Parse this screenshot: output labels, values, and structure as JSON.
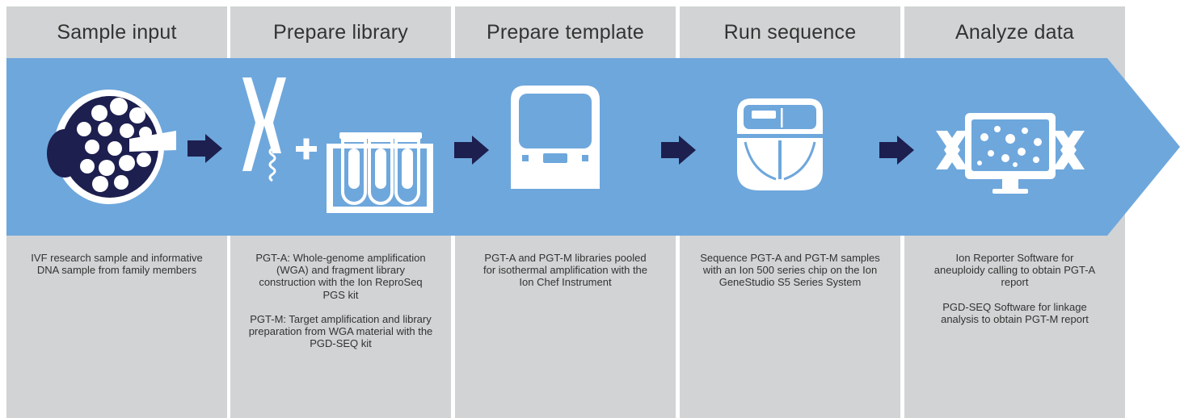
{
  "colors": {
    "column_bg": "#d1d3d4",
    "band_blue": "#6ea7dc",
    "navy": "#1d1f4f",
    "icon_white": "#ffffff"
  },
  "steps": [
    {
      "title": "Sample input",
      "description": [
        "IVF research sample and informative DNA sample from family members"
      ],
      "icon": "embryo-cell-icon"
    },
    {
      "title": "Prepare library",
      "description": [
        "PGT-A: Whole-genome amplification (WGA) and fragment library construction with the Ion ReproSeq PGS kit",
        "PGT-M: Target amplification and library preparation from WGA material with the PGD-SEQ kit"
      ],
      "icon": "chromosome-test-tubes-icon"
    },
    {
      "title": "Prepare template",
      "description": [
        "PGT-A and PGT-M libraries pooled for isothermal amplification with the Ion Chef Instrument"
      ],
      "icon": "ion-chef-instrument-icon"
    },
    {
      "title": "Run sequence",
      "description": [
        "Sequence PGT-A and PGT-M samples with an Ion 500 series chip on the Ion GeneStudio S5 Series System"
      ],
      "icon": "sequencer-icon"
    },
    {
      "title": "Analyze data",
      "description": [
        "Ion Reporter Software for aneuploidy calling to obtain PGT-A report",
        "PGD-SEQ Software for linkage analysis to obtain PGT-M report"
      ],
      "icon": "monitor-dna-icon"
    }
  ]
}
